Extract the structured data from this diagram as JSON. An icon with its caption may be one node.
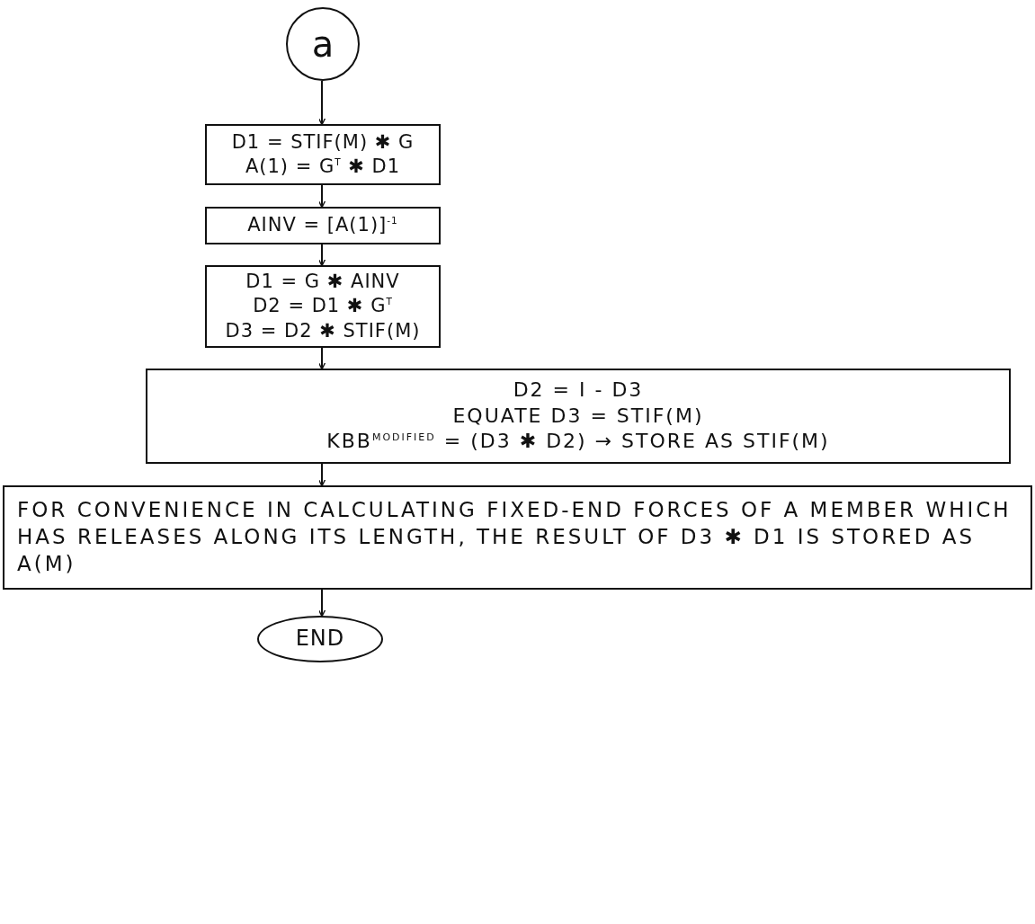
{
  "diagram": {
    "nodes": [
      {
        "text": [
          "a"
        ]
      },
      {
        "text": [
          "D1 = STIF(M) ✱ G",
          "A(1) = G$^{T}$ ✱ D1"
        ]
      },
      {
        "text": [
          "AINV = [A(1)]$^{-1}$"
        ]
      },
      {
        "text": [
          "D1 = G ✱ AINV",
          "D2 = D1 ✱ G$^{T}$",
          "D3 = D2 ✱ STIF(M)"
        ]
      },
      {
        "text": [
          "D2 = I - D3",
          "EQUATE D3 = STIF(M)",
          "KBB$^{MODIFIED}$ = (D3 ✱ D2) → STORE AS STIF(M)"
        ]
      },
      {
        "text": [
          "FOR CONVENIENCE IN CALCULATING FIXED-END FORCES OF A MEMBER WHICH HAS RELEASES ALONG ITS LENGTH, THE RESULT OF D3 ✱ D1 IS STORED AS A(M)"
        ]
      },
      {
        "text": [
          "END"
        ]
      }
    ],
    "edges": [
      {
        "from": 0,
        "to": 1,
        "arrow": "to"
      },
      {
        "from": 1,
        "to": 2,
        "arrow": "to"
      },
      {
        "from": 2,
        "to": 3,
        "arrow": "to"
      },
      {
        "from": 3,
        "to": 4,
        "arrow": "to"
      },
      {
        "from": 4,
        "to": 5,
        "arrow": "to"
      },
      {
        "from": 5,
        "to": 6,
        "arrow": "to"
      }
    ]
  }
}
